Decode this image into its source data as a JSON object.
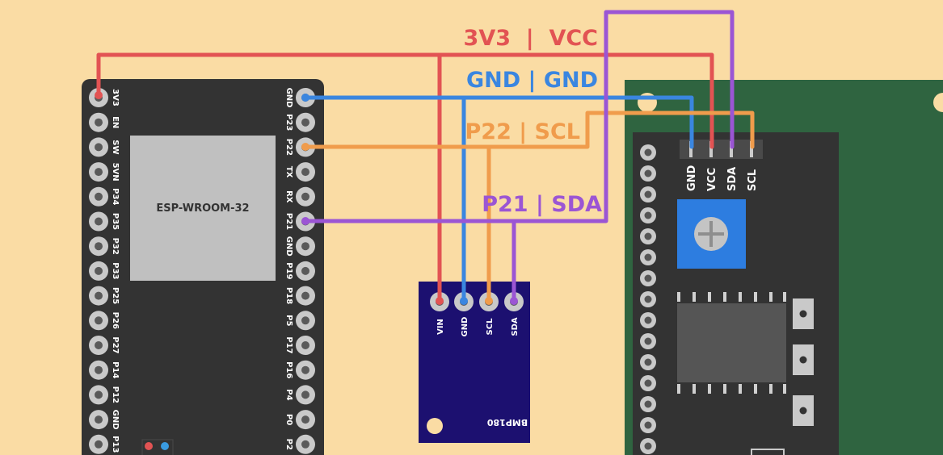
{
  "esp32": {
    "module_label": "ESP-WROOM-32",
    "left_pins": [
      "3V3",
      "EN",
      "SW",
      "5VN",
      "P34",
      "P35",
      "P32",
      "P33",
      "P25",
      "P26",
      "P27",
      "P14",
      "P12",
      "GND",
      "P13"
    ],
    "right_pins": [
      "GND",
      "P23",
      "P22",
      "TX",
      "RX",
      "P21",
      "GND",
      "P19",
      "P18",
      "P5",
      "P17",
      "P16",
      "P4",
      "P0",
      "P2"
    ]
  },
  "bmp180": {
    "label": "BMP180",
    "pins": [
      "VIN",
      "GND",
      "SCL",
      "SDA"
    ]
  },
  "lcd_backpack": {
    "pins": [
      "GND",
      "VCC",
      "SDA",
      "SCL"
    ]
  },
  "connections": [
    {
      "label": "3V3  |  VCC",
      "color": "#e25353"
    },
    {
      "label": "GND | GND",
      "color": "#3a86e0"
    },
    {
      "label": "P22 | SCL",
      "color": "#f09c4c"
    },
    {
      "label": "P21 | SDA",
      "color": "#9b55d4"
    }
  ]
}
